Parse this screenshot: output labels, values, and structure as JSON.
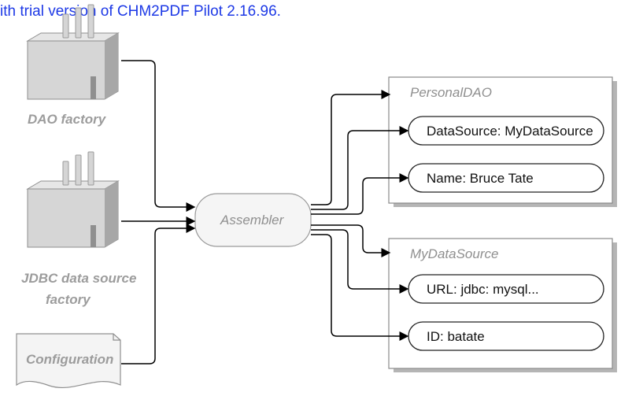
{
  "watermark": {
    "text": "ith trial version of CHM2PDF Pilot 2.16.96."
  },
  "diagram": {
    "nodes": {
      "dao_factory": "DAO factory",
      "jdbc_factory_line1": "JDBC data source",
      "jdbc_factory_line2": "factory",
      "configuration": "Configuration",
      "assembler": "Assembler"
    },
    "personal_dao": {
      "title": "PersonalDAO",
      "fields": [
        "DataSource: MyDataSource",
        "Name: Bruce Tate"
      ]
    },
    "my_data_source": {
      "title": "MyDataSource",
      "fields": [
        "URL: jdbc: mysql...",
        "ID: batate"
      ]
    }
  }
}
